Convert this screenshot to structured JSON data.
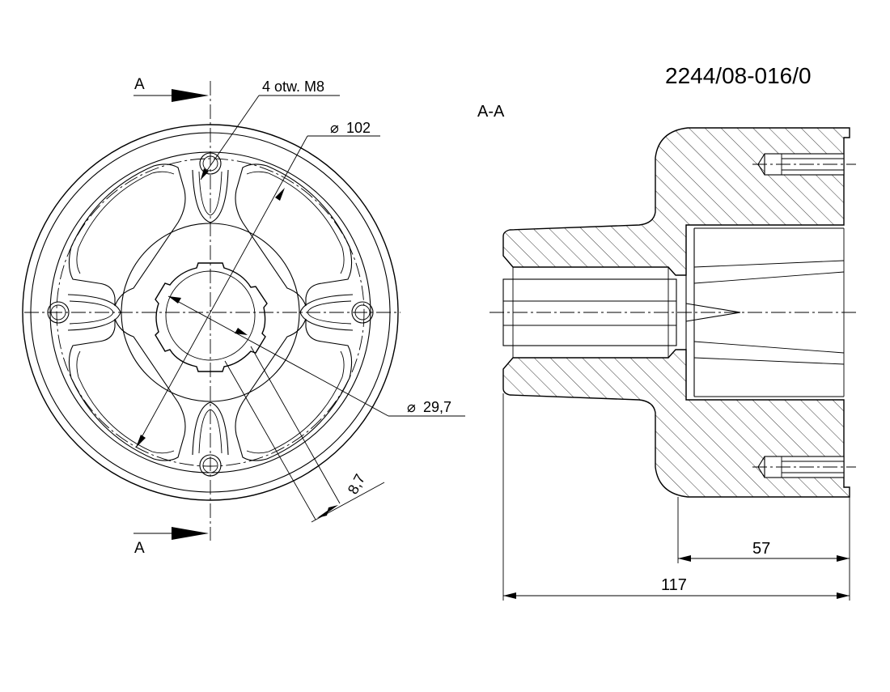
{
  "drawing": {
    "number": "2244/08-016/0",
    "section_view_label": "A-A"
  },
  "front_view": {
    "section_mark_top": "A",
    "section_mark_bottom": "A",
    "holes_note": "4 otw. M8",
    "outer_diameter_label": "102",
    "bore_diameter_label": "29,7",
    "spline_dim_label": "8,7",
    "diameter_symbol": "⌀"
  },
  "section_view": {
    "dim_flange_depth_label": "57",
    "dim_total_length_label": "117"
  },
  "colors": {
    "line": "#000000",
    "background": "#ffffff"
  }
}
